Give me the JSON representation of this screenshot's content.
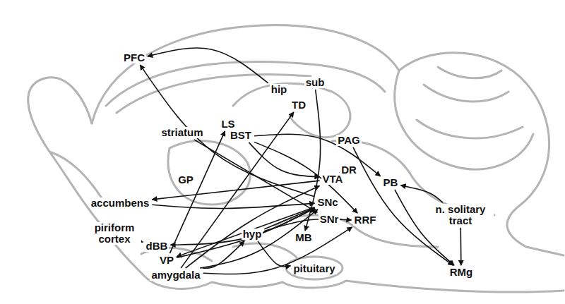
{
  "diagram": {
    "nodes": [
      {
        "text": [
          "PFC"
        ]
      },
      {
        "text": [
          "hip"
        ]
      },
      {
        "text": [
          "sub"
        ]
      },
      {
        "text": [
          "TD"
        ]
      },
      {
        "text": [
          "striatum"
        ]
      },
      {
        "text": [
          "LS"
        ]
      },
      {
        "text": [
          "BST"
        ]
      },
      {
        "text": [
          "PAG"
        ]
      },
      {
        "text": [
          "DR"
        ]
      },
      {
        "text": [
          "PB"
        ]
      },
      {
        "text": [
          "GP"
        ]
      },
      {
        "text": [
          "VTA"
        ]
      },
      {
        "text": [
          "accumbens"
        ]
      },
      {
        "text": [
          "SNc"
        ]
      },
      {
        "text": [
          "piriform cortex"
        ]
      },
      {
        "text": [
          "dBB"
        ]
      },
      {
        "text": [
          "SNr"
        ]
      },
      {
        "text": [
          "RRF"
        ]
      },
      {
        "text": [
          "n. solitary tract"
        ]
      },
      {
        "text": [
          "VP"
        ]
      },
      {
        "text": [
          "hyp"
        ]
      },
      {
        "text": [
          "MB"
        ]
      },
      {
        "text": [
          "amygdala"
        ]
      },
      {
        "text": [
          "pituitary"
        ]
      },
      {
        "text": [
          "RMg"
        ]
      }
    ],
    "edges": [
      {
        "from": 1,
        "to": 0,
        "arrow": "to"
      },
      {
        "from": 13,
        "to": 0,
        "arrow": "to"
      },
      {
        "from": 2,
        "to": 21,
        "arrow": "to"
      },
      {
        "from": 22,
        "to": 3,
        "arrow": "to"
      },
      {
        "from": 4,
        "to": 16,
        "arrow": "to"
      },
      {
        "from": 6,
        "to": 11,
        "arrow": "to"
      },
      {
        "from": 6,
        "to": 9,
        "arrow": "to"
      },
      {
        "from": 6,
        "to": 17,
        "arrow": "to"
      },
      {
        "from": 19,
        "to": 5,
        "arrow": "to"
      },
      {
        "from": 11,
        "to": 12,
        "arrow": "to"
      },
      {
        "from": 12,
        "to": 13,
        "arrow": "to"
      },
      {
        "from": 8,
        "to": 11,
        "arrow": "to"
      },
      {
        "from": 7,
        "to": 24,
        "arrow": "to"
      },
      {
        "from": 9,
        "to": 24,
        "arrow": "to"
      },
      {
        "from": 18,
        "to": 9,
        "arrow": "to"
      },
      {
        "from": 18,
        "to": 24,
        "arrow": "to"
      },
      {
        "from": 14,
        "to": 15,
        "arrow": "to"
      },
      {
        "from": 13,
        "to": 15,
        "arrow": "to"
      },
      {
        "from": 22,
        "to": 13,
        "arrow": "to"
      },
      {
        "from": 22,
        "to": 11,
        "arrow": "to"
      },
      {
        "from": 19,
        "to": 13,
        "arrow": "to"
      },
      {
        "from": 20,
        "to": 13,
        "arrow": "to"
      },
      {
        "from": 22,
        "to": 20,
        "arrow": "to"
      },
      {
        "from": 22,
        "to": 17,
        "arrow": "to"
      },
      {
        "from": 13,
        "to": 19,
        "arrow": "to"
      },
      {
        "from": 20,
        "to": 23,
        "arrow": "to"
      },
      {
        "from": 20,
        "to": 17,
        "arrow": "to"
      }
    ]
  }
}
